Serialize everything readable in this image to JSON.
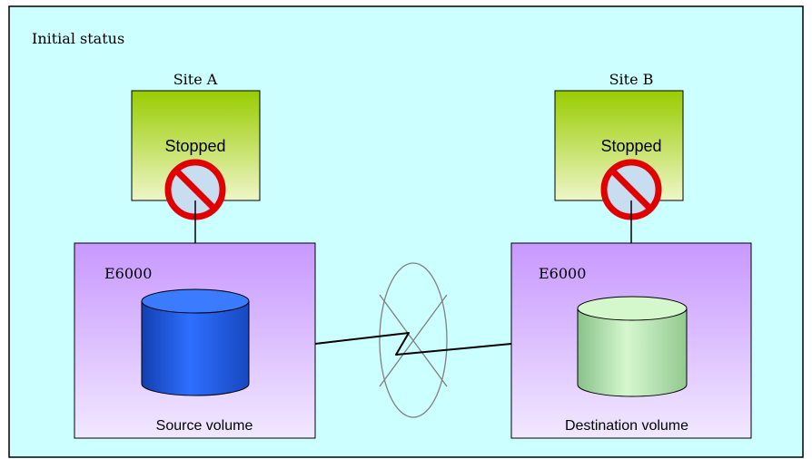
{
  "title": "Initial status",
  "sites": [
    {
      "site_label": "Site A",
      "server_status": "Stopped",
      "storage_label": "E6000",
      "volume_label": "Source volume"
    },
    {
      "site_label": "Site B",
      "server_status": "Stopped",
      "storage_label": "E6000",
      "volume_label": "Destination volume"
    }
  ],
  "colors": {
    "background": "#ccffff",
    "server_fill_top": "#99cc00",
    "server_fill_bottom": "#e6f2b3",
    "storage_fill_top": "#cc99ff",
    "storage_fill_bottom": "#f0e6ff",
    "source_volume": "#1f5fe0",
    "destination_volume": "#b9ecae",
    "stop_sign": "#e00000"
  },
  "icons": {
    "stop": "prohibited-icon",
    "volume": "cylinder-icon",
    "link_status": "broken-link-icon"
  }
}
